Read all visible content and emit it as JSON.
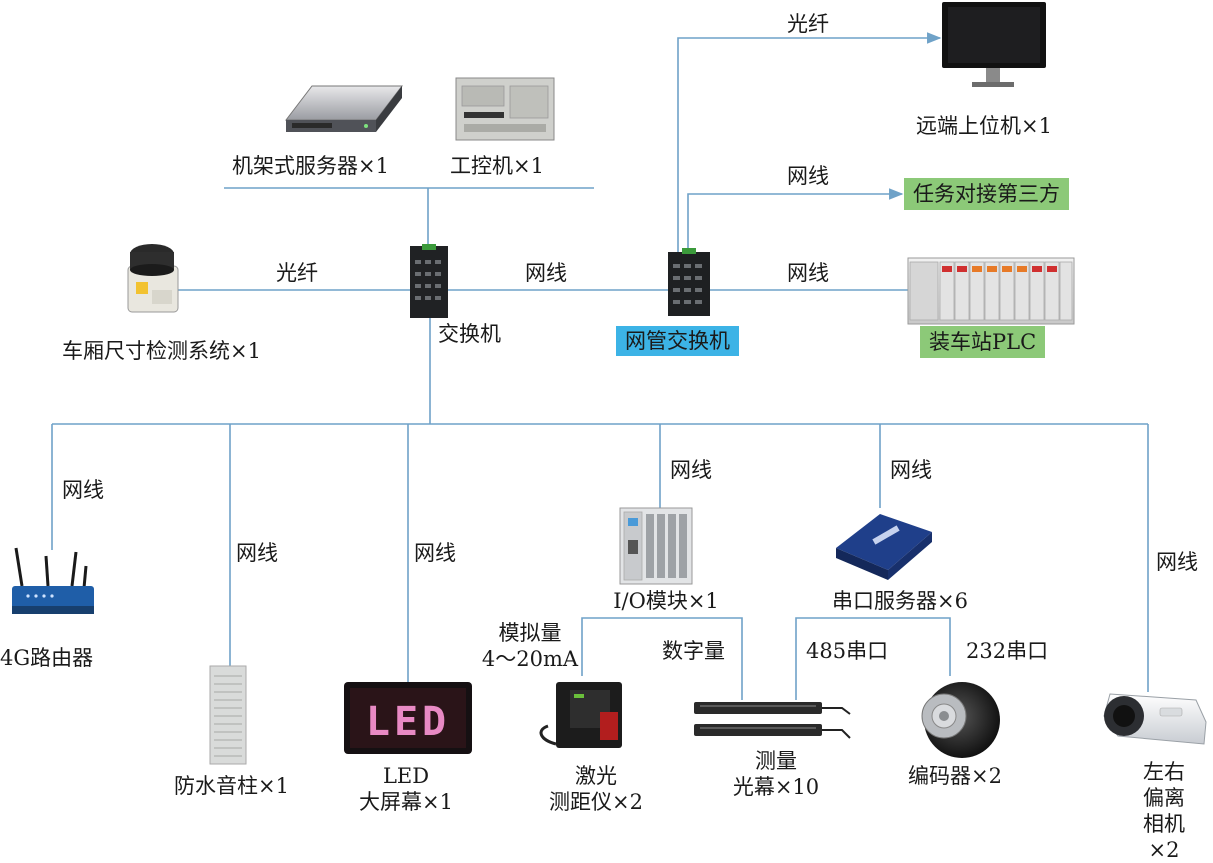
{
  "labels": {
    "rack_server": "机架式服务器×1",
    "ipc": "工控机×1",
    "remote_host": "远端上位机×1",
    "fiber_top": "光纤",
    "net_task": "网线",
    "task": "任务对接第三方",
    "fiber_left": "光纤",
    "net_center": "网线",
    "net_plc": "网线",
    "carriage": "车厢尺寸检测系统×1",
    "switch": "交换机",
    "managed_switch": "网管交换机",
    "plc": "装车站PLC",
    "net_router": "网线",
    "net_speaker": "网线",
    "net_led": "网线",
    "net_io": "网线",
    "net_serial": "网线",
    "net_camera": "网线",
    "router": "4G路由器",
    "speaker": "防水音柱×1",
    "led": "LED\n大屏幕×1",
    "io": "I/O模块×1",
    "serial": "串口服务器×6",
    "analog": "模拟量\n4～20mA",
    "digital": "数字量",
    "rs485": "485串口",
    "rs232": "232串口",
    "laser": "激光\n测距仪×2",
    "curtain": "测量\n光幕×10",
    "encoder": "编码器×2",
    "camera": "左右偏离\n相机×2",
    "led_screen_text": "LED"
  },
  "colors": {
    "line": "#6fa2c8",
    "blue_box": "#3cb3e6",
    "green_box": "#8cc978",
    "led_text": "#e88ac4"
  },
  "icons": {
    "rack_server": "server-rack-icon",
    "ipc": "industrial-pc-icon",
    "monitor": "monitor-icon",
    "lidar": "lidar-scanner-icon",
    "switch": "network-switch-icon",
    "managed_switch": "managed-switch-icon",
    "plc": "plc-rack-icon",
    "router": "router-icon",
    "speaker": "speaker-column-icon",
    "led": "led-screen-icon",
    "io": "io-module-icon",
    "serial": "serial-server-icon",
    "laser": "laser-rangefinder-icon",
    "curtain": "light-curtain-icon",
    "encoder": "encoder-icon",
    "camera": "camera-icon"
  }
}
